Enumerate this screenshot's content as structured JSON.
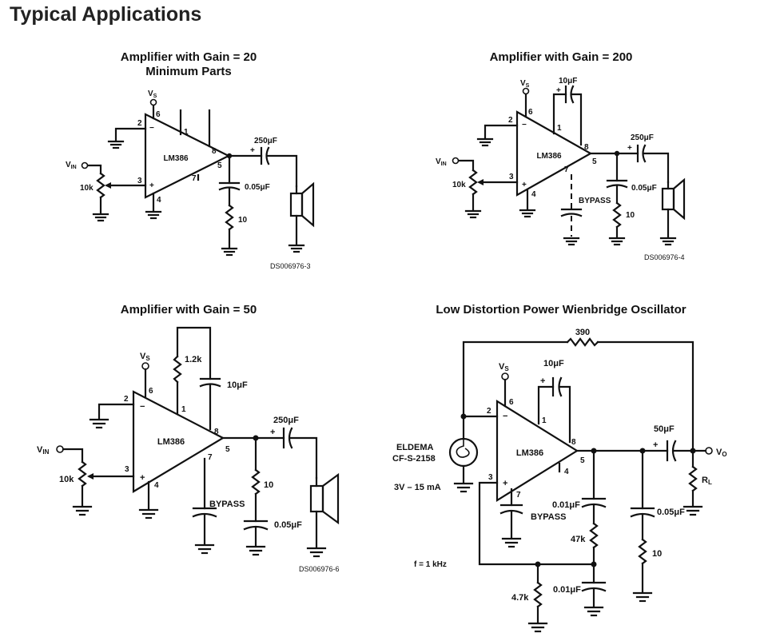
{
  "page_title": "Typical Applications",
  "chip_name": "LM386",
  "vs": "V",
  "vs_sub": "S",
  "vin": "V",
  "vin_sub": "IN",
  "minus": "−",
  "plus": "+",
  "circuit1": {
    "title_line1": "Amplifier with Gain = 20",
    "title_line2": "Minimum Parts",
    "pot": "10k",
    "cap_out": "250μF",
    "cap_shunt": "0.05μF",
    "res_shunt": "10",
    "ds": "DS006976-3",
    "pins": {
      "p1": "1",
      "p2": "2",
      "p3": "3",
      "p4": "4",
      "p5": "5",
      "p6": "6",
      "p7": "7",
      "p8": "8"
    }
  },
  "circuit2": {
    "title": "Amplifier with Gain = 200",
    "cap_gain": "10μF",
    "pot": "10k",
    "cap_out": "250μF",
    "cap_shunt": "0.05μF",
    "res_shunt": "10",
    "bypass": "BYPASS",
    "ds": "DS006976-4",
    "pins": {
      "p1": "1",
      "p2": "2",
      "p3": "3",
      "p4": "4",
      "p5": "5",
      "p6": "6",
      "p7": "7",
      "p8": "8"
    }
  },
  "circuit3": {
    "title": "Amplifier with Gain = 50",
    "res_gain": "1.2k",
    "cap_gain": "10μF",
    "pot": "10k",
    "cap_out": "250μF",
    "res_shunt": "10",
    "cap_shunt": "0.05μF",
    "bypass": "BYPASS",
    "ds": "DS006976-6",
    "pins": {
      "p1": "1",
      "p2": "2",
      "p3": "3",
      "p4": "4",
      "p5": "5",
      "p6": "6",
      "p7": "7",
      "p8": "8"
    }
  },
  "circuit4": {
    "title": "Low Distortion Power Wienbridge Oscillator",
    "res_fb": "390",
    "cap_gain": "10μF",
    "lamp_line1": "ELDEMA",
    "lamp_line2": "CF-S-2158",
    "lamp_rating": "3V – 15 mA",
    "cap_out": "50μF",
    "vo": "V",
    "vo_sub": "O",
    "rl": "R",
    "rl_sub": "L",
    "cap_shunt": "0.05μF",
    "res_shunt": "10",
    "cap_wien1": "0.01μF",
    "res_wien": "47k",
    "cap_wien2": "0.01μF",
    "res_gnd": "4.7k",
    "freq": "f = 1 kHz",
    "bypass": "BYPASS",
    "pins": {
      "p1": "1",
      "p2": "2",
      "p3": "3",
      "p4": "4",
      "p5": "5",
      "p6": "6",
      "p7": "7",
      "p8": "8"
    }
  }
}
